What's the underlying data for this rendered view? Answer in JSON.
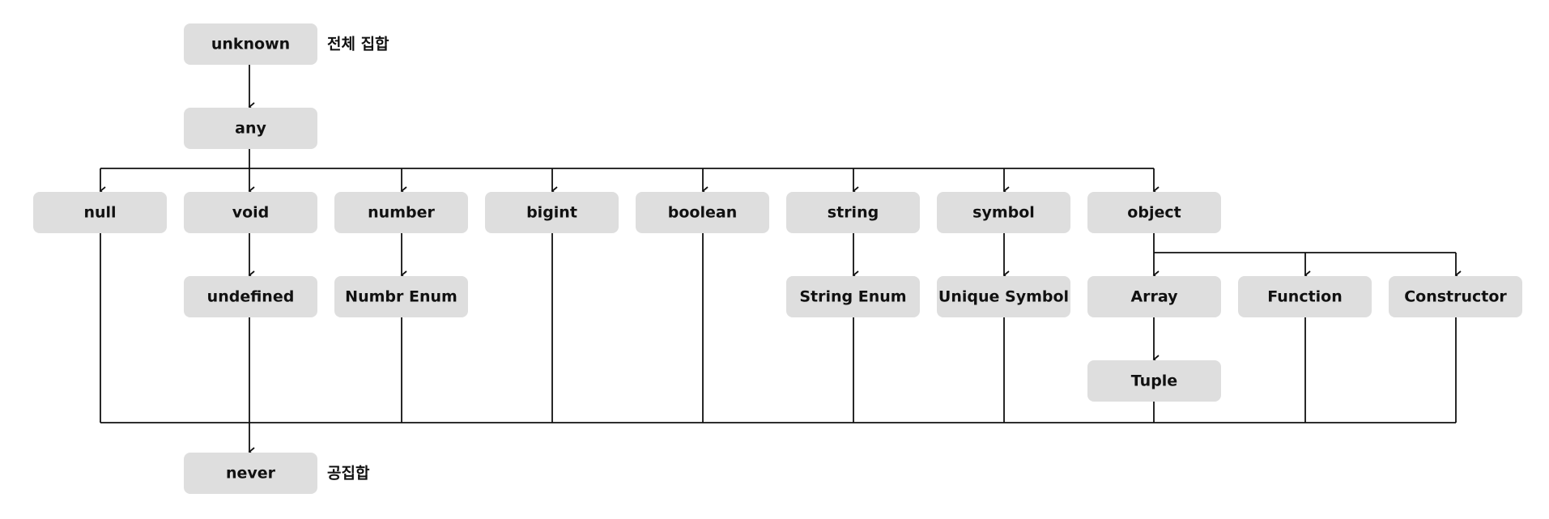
{
  "nodes": {
    "unknown": "unknown",
    "any": "any",
    "null": "null",
    "void": "void",
    "number": "number",
    "bigint": "bigint",
    "boolean": "boolean",
    "string": "string",
    "symbol": "symbol",
    "object": "object",
    "undefined": "undefined",
    "number_enum": "Numbr Enum",
    "string_enum": "String Enum",
    "unique_symbol": "Unique Symbol",
    "array": "Array",
    "function": "Function",
    "constructor": "Constructor",
    "tuple": "Tuple",
    "never": "never"
  },
  "annotations": {
    "unknown": "전체 집합",
    "never": "공집합"
  },
  "colors": {
    "node_fill": "#dedede",
    "line": "#111111",
    "text": "#111111"
  }
}
